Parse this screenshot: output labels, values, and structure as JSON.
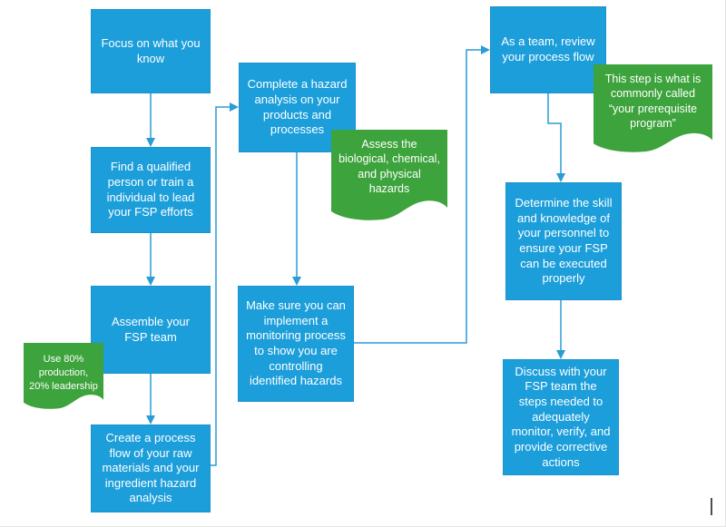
{
  "colors": {
    "box_blue": "#1c9eda",
    "box_blue_border": "#1a93cc",
    "callout_green": "#3da33c",
    "connector": "#2a9cd6",
    "cursor_gray": "#4d4d4d"
  },
  "steps": {
    "focus": "Focus on what you know",
    "find_person": "Find a qualified person or train a individual to lead your FSP efforts",
    "assemble_team": "Assemble your FSP team",
    "process_flow": "Create a process flow of your raw materials and your ingredient hazard analysis",
    "hazard_analysis": "Complete a hazard analysis on your products and processes",
    "monitoring": "Make sure you can implement a monitoring process to show you are controlling identified hazards",
    "review_flow": "As a team, review your process flow",
    "skills": "Determine the skill and knowledge of your personnel to ensure your FSP can be executed properly",
    "corrective_actions": "Discuss with your FSP team the steps needed to adequately monitor, verify, and provide corrective actions"
  },
  "callouts": {
    "production_split": "Use 80% production, 20% leadership",
    "hazard_types": "Assess the biological, chemical, and physical hazards",
    "prerequisite_program": "This step is what is commonly called “your prerequisite program”"
  }
}
